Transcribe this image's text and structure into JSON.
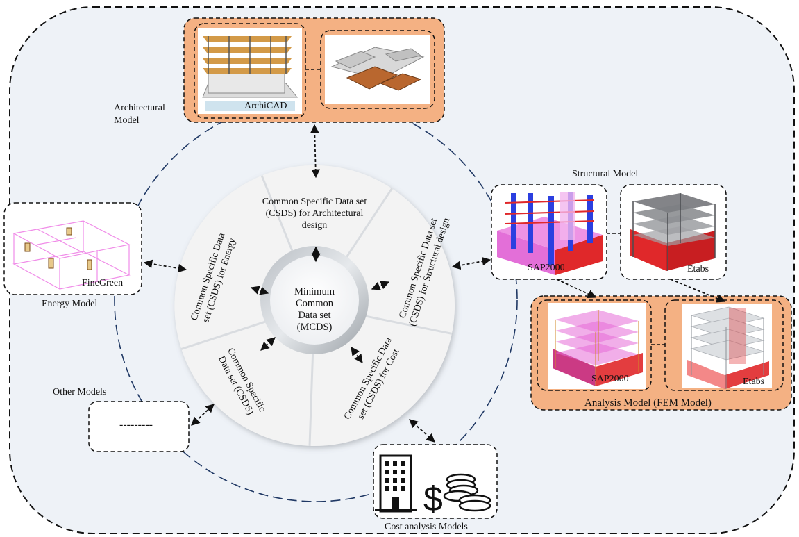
{
  "labels": {
    "architectural_model": "Architectural\nModel",
    "archicad": "ArchiCAD",
    "structural_model": "Structural Model",
    "sap2000_structural": "SAP2000",
    "etabs_structural": "Etabs",
    "sap2000_analysis": "SAP2000",
    "etabs_analysis": "Etabs",
    "analysis_model": "Analysis Model (FEM Model)",
    "finegreen": "FineGreen",
    "energy_model": "Energy Model",
    "other_models": "Other Models",
    "other_placeholder": "---------",
    "cost_models": "Cost analysis  Models"
  },
  "wheel": {
    "center": "Minimum\nCommon\nData set\n(MCDS)",
    "segments": {
      "architectural": "Common Specific Data set (CSDS) for Architectural design",
      "structural": "Common Specific Data set (CSDS) for Structural design",
      "cost": "Common Specific Data set (CSDS) for Cost",
      "other": "Common Specific Data set (CSDS)",
      "energy": "Common Specific Data set (CSDS) for Energy"
    }
  },
  "colors": {
    "background": "#eef2f7",
    "highlight_box": "#f4b183",
    "wheel_segment": "#f3f3f3",
    "ring": "#c9cdd2",
    "dash_circle": "#1f3864",
    "frame_red": "#e0282a",
    "magenta": "#e36fd8",
    "wireframe_pink": "#f08ce8"
  },
  "icons": [
    "building-icon",
    "coins-icon",
    "dollar-icon"
  ]
}
